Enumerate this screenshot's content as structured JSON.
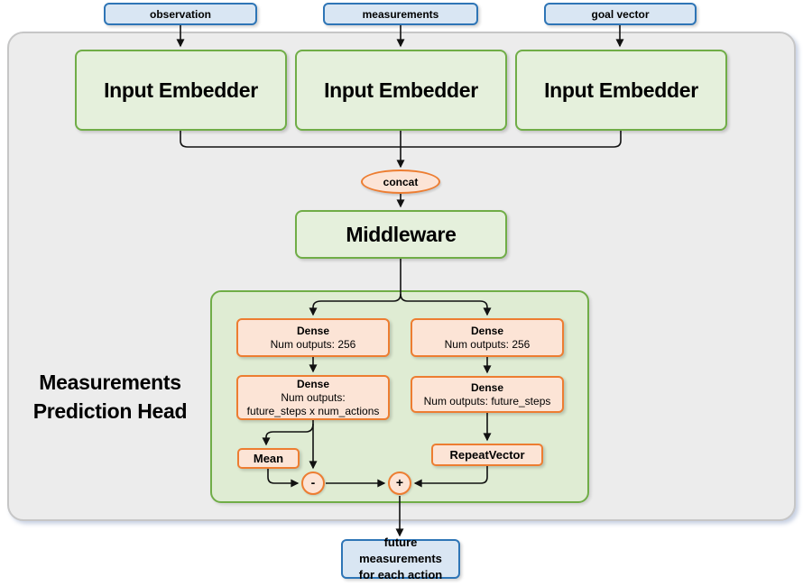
{
  "colors": {
    "green_border": "#70ad47",
    "green_fill": "#e5f0dc",
    "head_container_fill": "#dfecd3",
    "orange_border": "#ed7d31",
    "orange_fill": "#fce4d6",
    "blue_border": "#2e75b6",
    "blue_fill": "#d9e6f3",
    "panel_fill": "#ececec",
    "panel_border": "#c6c6c6",
    "wire": "#111111"
  },
  "inputs": [
    {
      "label": "observation"
    },
    {
      "label": "measurements"
    },
    {
      "label": "goal vector"
    }
  ],
  "embedders": [
    {
      "label": "Input Embedder"
    },
    {
      "label": "Input Embedder"
    },
    {
      "label": "Input Embedder"
    }
  ],
  "concat": {
    "label": "concat"
  },
  "middleware": {
    "label": "Middleware"
  },
  "head": {
    "title_line1": "Measurements",
    "title_line2": "Prediction Head",
    "left_branch": {
      "dense1": {
        "title": "Dense",
        "subtitle": "Num outputs: 256"
      },
      "dense2": {
        "title": "Dense",
        "subtitle_line1": "Num outputs:",
        "subtitle_line2": "future_steps x num_actions"
      },
      "mean": {
        "label": "Mean"
      },
      "minus_op": {
        "label": "-"
      }
    },
    "right_branch": {
      "dense1": {
        "title": "Dense",
        "subtitle": "Num outputs: 256"
      },
      "dense2": {
        "title": "Dense",
        "subtitle": "Num outputs: future_steps"
      },
      "repeat_vector": {
        "label": "RepeatVector"
      },
      "plus_op": {
        "label": "+"
      }
    }
  },
  "output": {
    "label_line1": "future measurements",
    "label_line2": "for each action"
  }
}
